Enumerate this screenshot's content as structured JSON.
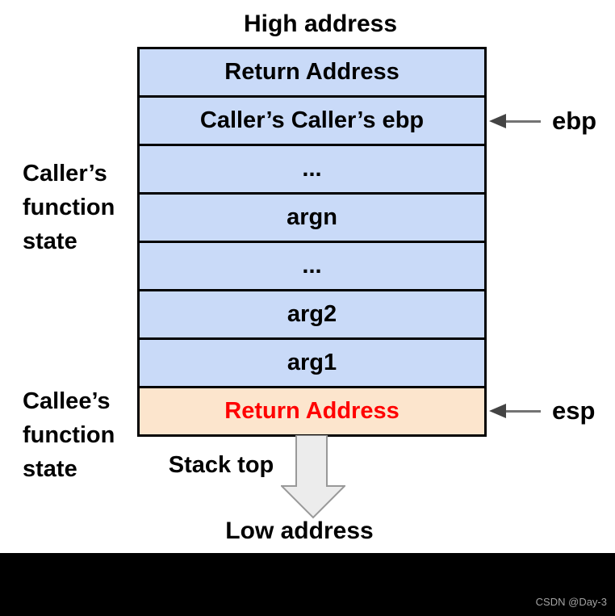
{
  "colors": {
    "row_blue": "#c9daf8",
    "row_peach": "#fce5cd",
    "highlight_red": "#ff0000",
    "border_black": "#000000",
    "pointer_gray": "#737373",
    "pointer_head": "#444444",
    "big_arrow_fill": "#ececec",
    "big_arrow_border": "#999999",
    "watermark_gray": "#a3a3a3"
  },
  "labels": {
    "high_address": "High address",
    "low_address": "Low address",
    "stack_top": "Stack top",
    "caller_state": "Caller’s\nfunction\nstate",
    "callee_state": "Callee’s\nfunction\nstate",
    "ebp": "ebp",
    "esp": "esp"
  },
  "stack": {
    "rows": [
      {
        "label": "Return Address"
      },
      {
        "label": "Caller’s Caller’s ebp"
      },
      {
        "label": "..."
      },
      {
        "label": "argn"
      },
      {
        "label": "..."
      },
      {
        "label": "arg2"
      },
      {
        "label": "arg1"
      },
      {
        "label": "Return Address",
        "highlight": true
      }
    ]
  },
  "watermark": "CSDN @Day-3"
}
